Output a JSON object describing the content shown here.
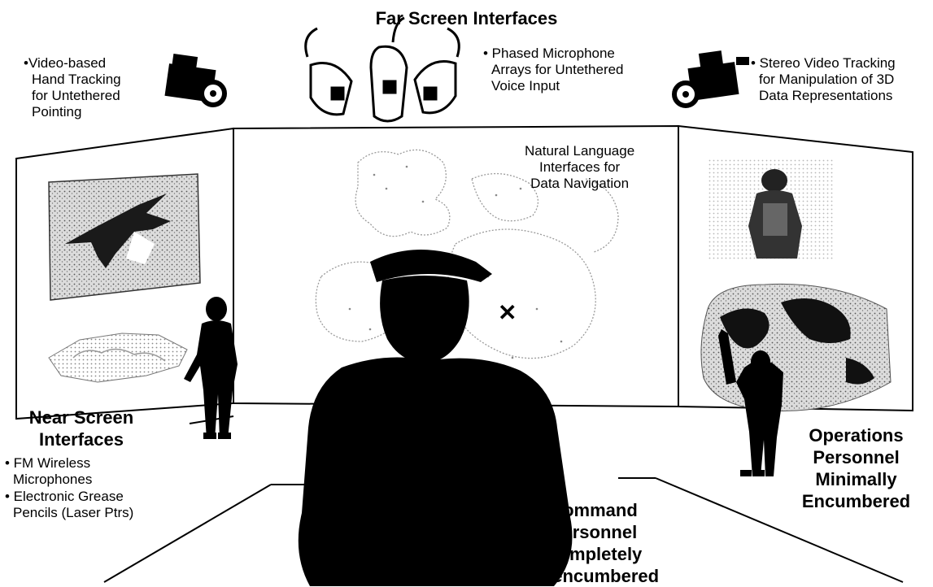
{
  "far_screen": {
    "title": "Far Screen Interfaces",
    "items": [
      {
        "lines": [
          "•Video-based",
          "Hand Tracking",
          "for Untethered",
          "Pointing"
        ]
      },
      {
        "lines": [
          "• Phased Microphone",
          "Arrays for Untethered",
          "Voice Input"
        ]
      },
      {
        "lines": [
          "• Stereo Video Tracking",
          "for Manipulation of 3D",
          "Data Representations"
        ]
      }
    ]
  },
  "center_screen": {
    "lines": [
      "Natural Language",
      "Interfaces for",
      "Data Navigation"
    ],
    "marker": "✕"
  },
  "near_screen": {
    "title_lines": [
      "Near Screen",
      "Interfaces"
    ],
    "items": [
      {
        "lines": [
          "• FM Wireless",
          "Microphones"
        ]
      },
      {
        "lines": [
          "• Electronic Grease",
          "Pencils (Laser Ptrs)"
        ]
      }
    ]
  },
  "command": {
    "lines": [
      "Command",
      "Personnel",
      "Completely",
      "Unencumbered"
    ]
  },
  "operations": {
    "lines": [
      "Operations",
      "Personnel",
      "Minimally",
      "Encumbered"
    ]
  },
  "colors": {
    "ink": "#000000",
    "background": "#ffffff",
    "map_dots": "#8a8a8a",
    "speckle": "#555555"
  }
}
